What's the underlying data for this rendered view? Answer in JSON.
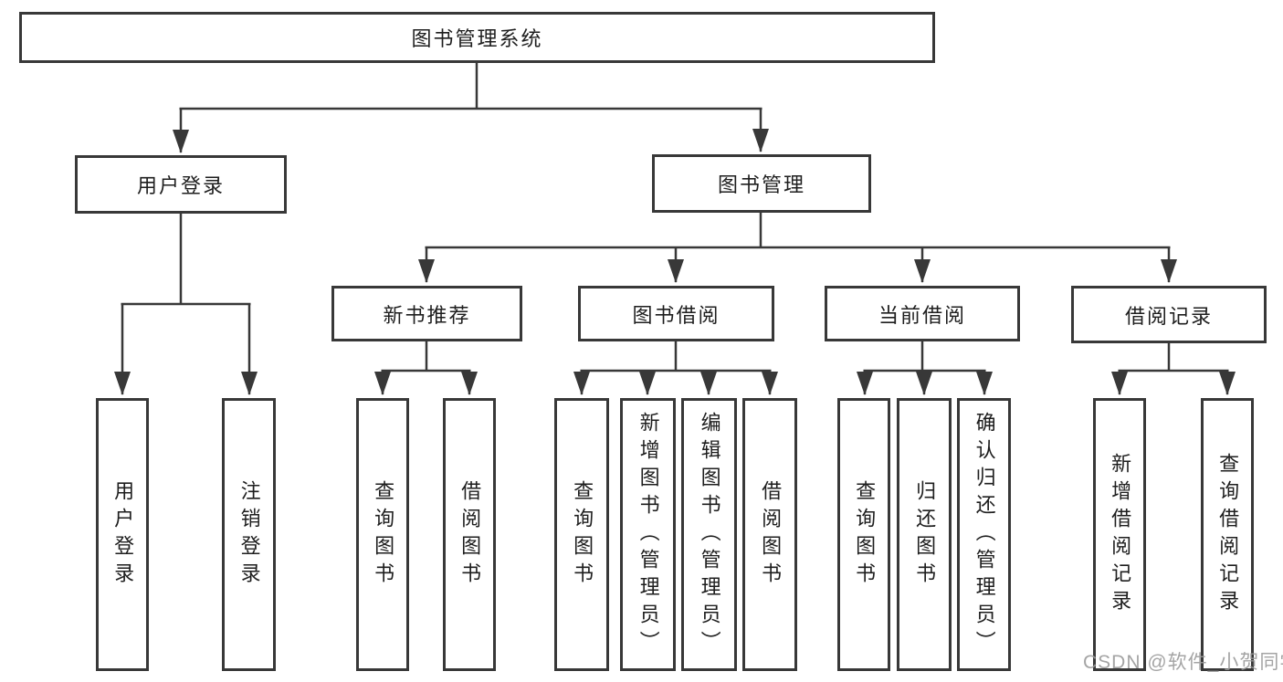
{
  "diagram": {
    "type": "hierarchy-flowchart",
    "root": {
      "label": "图书管理系统"
    },
    "level2": [
      {
        "id": "user-login",
        "label": "用户登录"
      },
      {
        "id": "book-management",
        "label": "图书管理"
      }
    ],
    "level3": [
      {
        "id": "new-books",
        "label": "新书推荐",
        "parent": "book-management"
      },
      {
        "id": "book-borrow",
        "label": "图书借阅",
        "parent": "book-management"
      },
      {
        "id": "current-borrow",
        "label": "当前借阅",
        "parent": "book-management"
      },
      {
        "id": "borrow-records",
        "label": "借阅记录",
        "parent": "book-management"
      }
    ],
    "leaves": [
      {
        "id": "user-login-leaf",
        "label": "用户登录",
        "parent": "user-login"
      },
      {
        "id": "logout",
        "label": "注销登录",
        "parent": "user-login"
      },
      {
        "id": "query-books-new",
        "label": "查询图书",
        "parent": "new-books"
      },
      {
        "id": "borrow-books-new",
        "label": "借阅图书",
        "parent": "new-books"
      },
      {
        "id": "query-books-borrow",
        "label": "查询图书",
        "parent": "book-borrow"
      },
      {
        "id": "add-books-admin",
        "label": "新增图书（管理员）",
        "parent": "book-borrow"
      },
      {
        "id": "edit-books-admin",
        "label": "编辑图书（管理员）",
        "parent": "book-borrow"
      },
      {
        "id": "borrow-books-borrow",
        "label": "借阅图书",
        "parent": "book-borrow"
      },
      {
        "id": "query-books-current",
        "label": "查询图书",
        "parent": "current-borrow"
      },
      {
        "id": "return-books",
        "label": "归还图书",
        "parent": "current-borrow"
      },
      {
        "id": "confirm-return-admin",
        "label": "确认归还（管理员）",
        "parent": "current-borrow"
      },
      {
        "id": "add-borrow-record",
        "label": "新增借阅记录",
        "parent": "borrow-records"
      },
      {
        "id": "query-borrow-record",
        "label": "查询借阅记录",
        "parent": "borrow-records"
      }
    ]
  },
  "watermark": {
    "text": "CSDN @软件_小贺同学"
  },
  "colors": {
    "line": "#383838",
    "box_border": "#383838",
    "text": "#1e1e1e",
    "watermark": "#9b9b9b",
    "background": "#ffffff"
  }
}
